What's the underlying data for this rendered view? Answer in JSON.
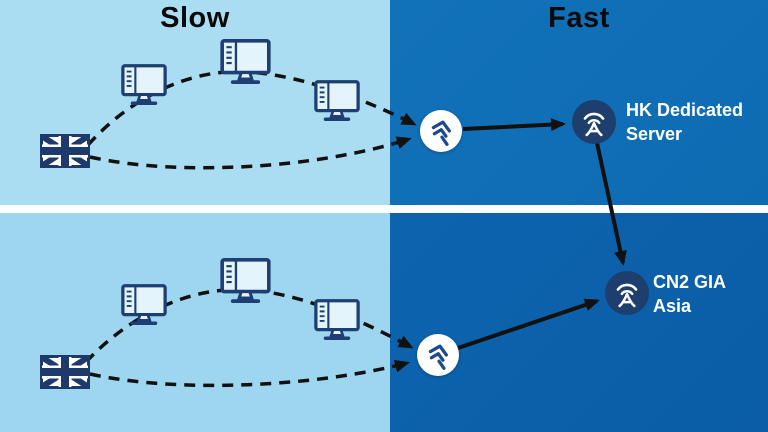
{
  "diagram": {
    "kind": "network-route-comparison",
    "sections": {
      "slow": {
        "label": "Slow"
      },
      "fast": {
        "label": "Fast"
      }
    },
    "nodes": {
      "hk_server": {
        "label": "HK Dedicated\nServer",
        "icon": "antenna-icon"
      },
      "cn2_gia": {
        "label": "CN2 GIA\nAsia",
        "icon": "antenna-icon"
      },
      "relay_top": {
        "icon": "relay-logo-icon"
      },
      "relay_bottom": {
        "icon": "relay-logo-icon"
      }
    },
    "origins": {
      "icon": "uk-flag-icon",
      "count": 2
    },
    "hops": {
      "icon": "computer-icon",
      "per_row": 3,
      "rows": 2
    },
    "routes": {
      "slow_style": "dashed",
      "fast_style": "solid-arrow"
    },
    "colors": {
      "panel-slow-top": "#abddf2",
      "panel-slow-bottom": "#9dd6ee",
      "panel-fast-top": "#1272b9",
      "panel-fast-bottom": "#0d64ae",
      "divider": "#ffffff",
      "node-navy": "#1e3e6e",
      "icon-blue": "#1d4b8a",
      "device-navy": "#1d3f73",
      "flag-navy": "#1e3a6d",
      "screen-fill": "#e3f4fc",
      "ink": "#111111",
      "title-ink": "#0a0a0a",
      "label-white": "#ffffff"
    }
  }
}
